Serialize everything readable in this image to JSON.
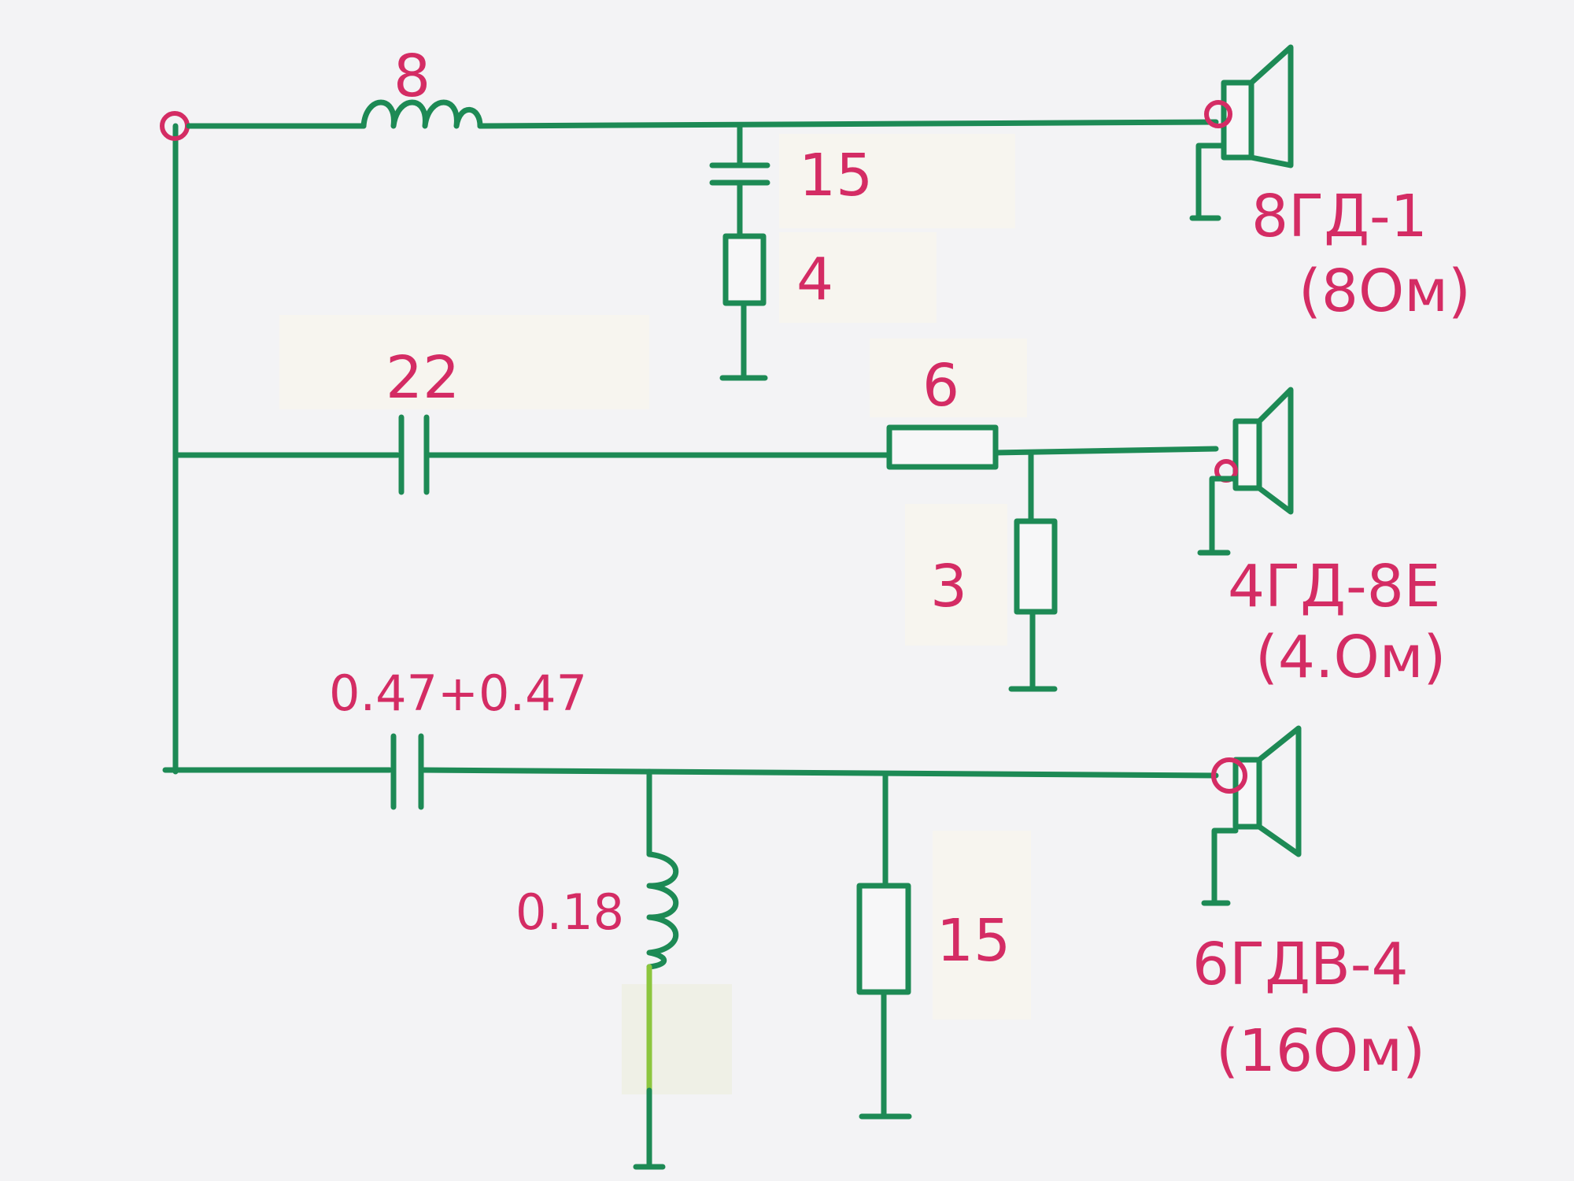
{
  "labels": {
    "l1_value": "8",
    "c1_value": "15",
    "r1_value": "4",
    "c2_value": "22",
    "r2_value": "6",
    "r3_value": "3",
    "c3_value": "0.47+0.47",
    "l2_value": "0.18",
    "r4_value": "15"
  },
  "speakers": [
    {
      "model": "8ГД-1",
      "impedance": "(8Ом)"
    },
    {
      "model": "4ГД-8Е",
      "impedance": "(4.Ом)"
    },
    {
      "model": "6ГДВ-4",
      "impedance": "(16Ом)"
    }
  ],
  "colors": {
    "wire": "#1d8a55",
    "ink": "#d42c64",
    "paper": "#f3f3f5"
  }
}
